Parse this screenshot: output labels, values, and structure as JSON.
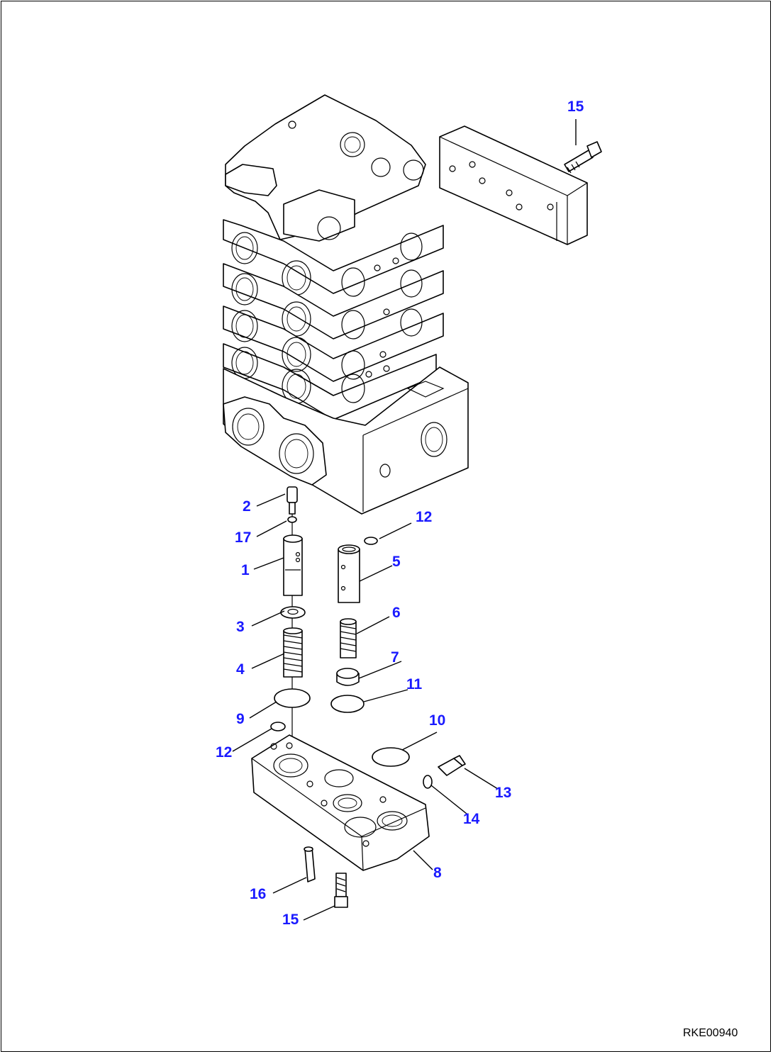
{
  "drawing_code": "RKE00940",
  "callouts": {
    "c15_top": "15",
    "c2": "2",
    "c17": "17",
    "c1": "1",
    "c12_right": "12",
    "c5": "5",
    "c6": "6",
    "c3": "3",
    "c4": "4",
    "c7": "7",
    "c11": "11",
    "c9": "9",
    "c10": "10",
    "c12_left": "12",
    "c13": "13",
    "c14": "14",
    "c8": "8",
    "c16": "16",
    "c15_bottom": "15"
  },
  "colors": {
    "callout": "#1a1aff",
    "line": "#000000",
    "background": "#ffffff"
  }
}
